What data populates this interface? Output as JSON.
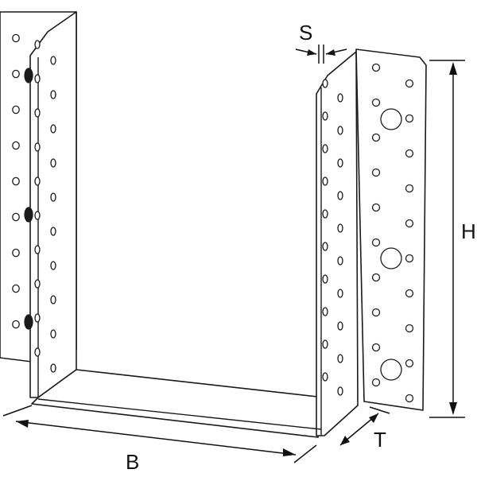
{
  "figure": {
    "labels": {
      "width": "B",
      "depth": "T",
      "height": "H",
      "thickness": "S"
    }
  }
}
